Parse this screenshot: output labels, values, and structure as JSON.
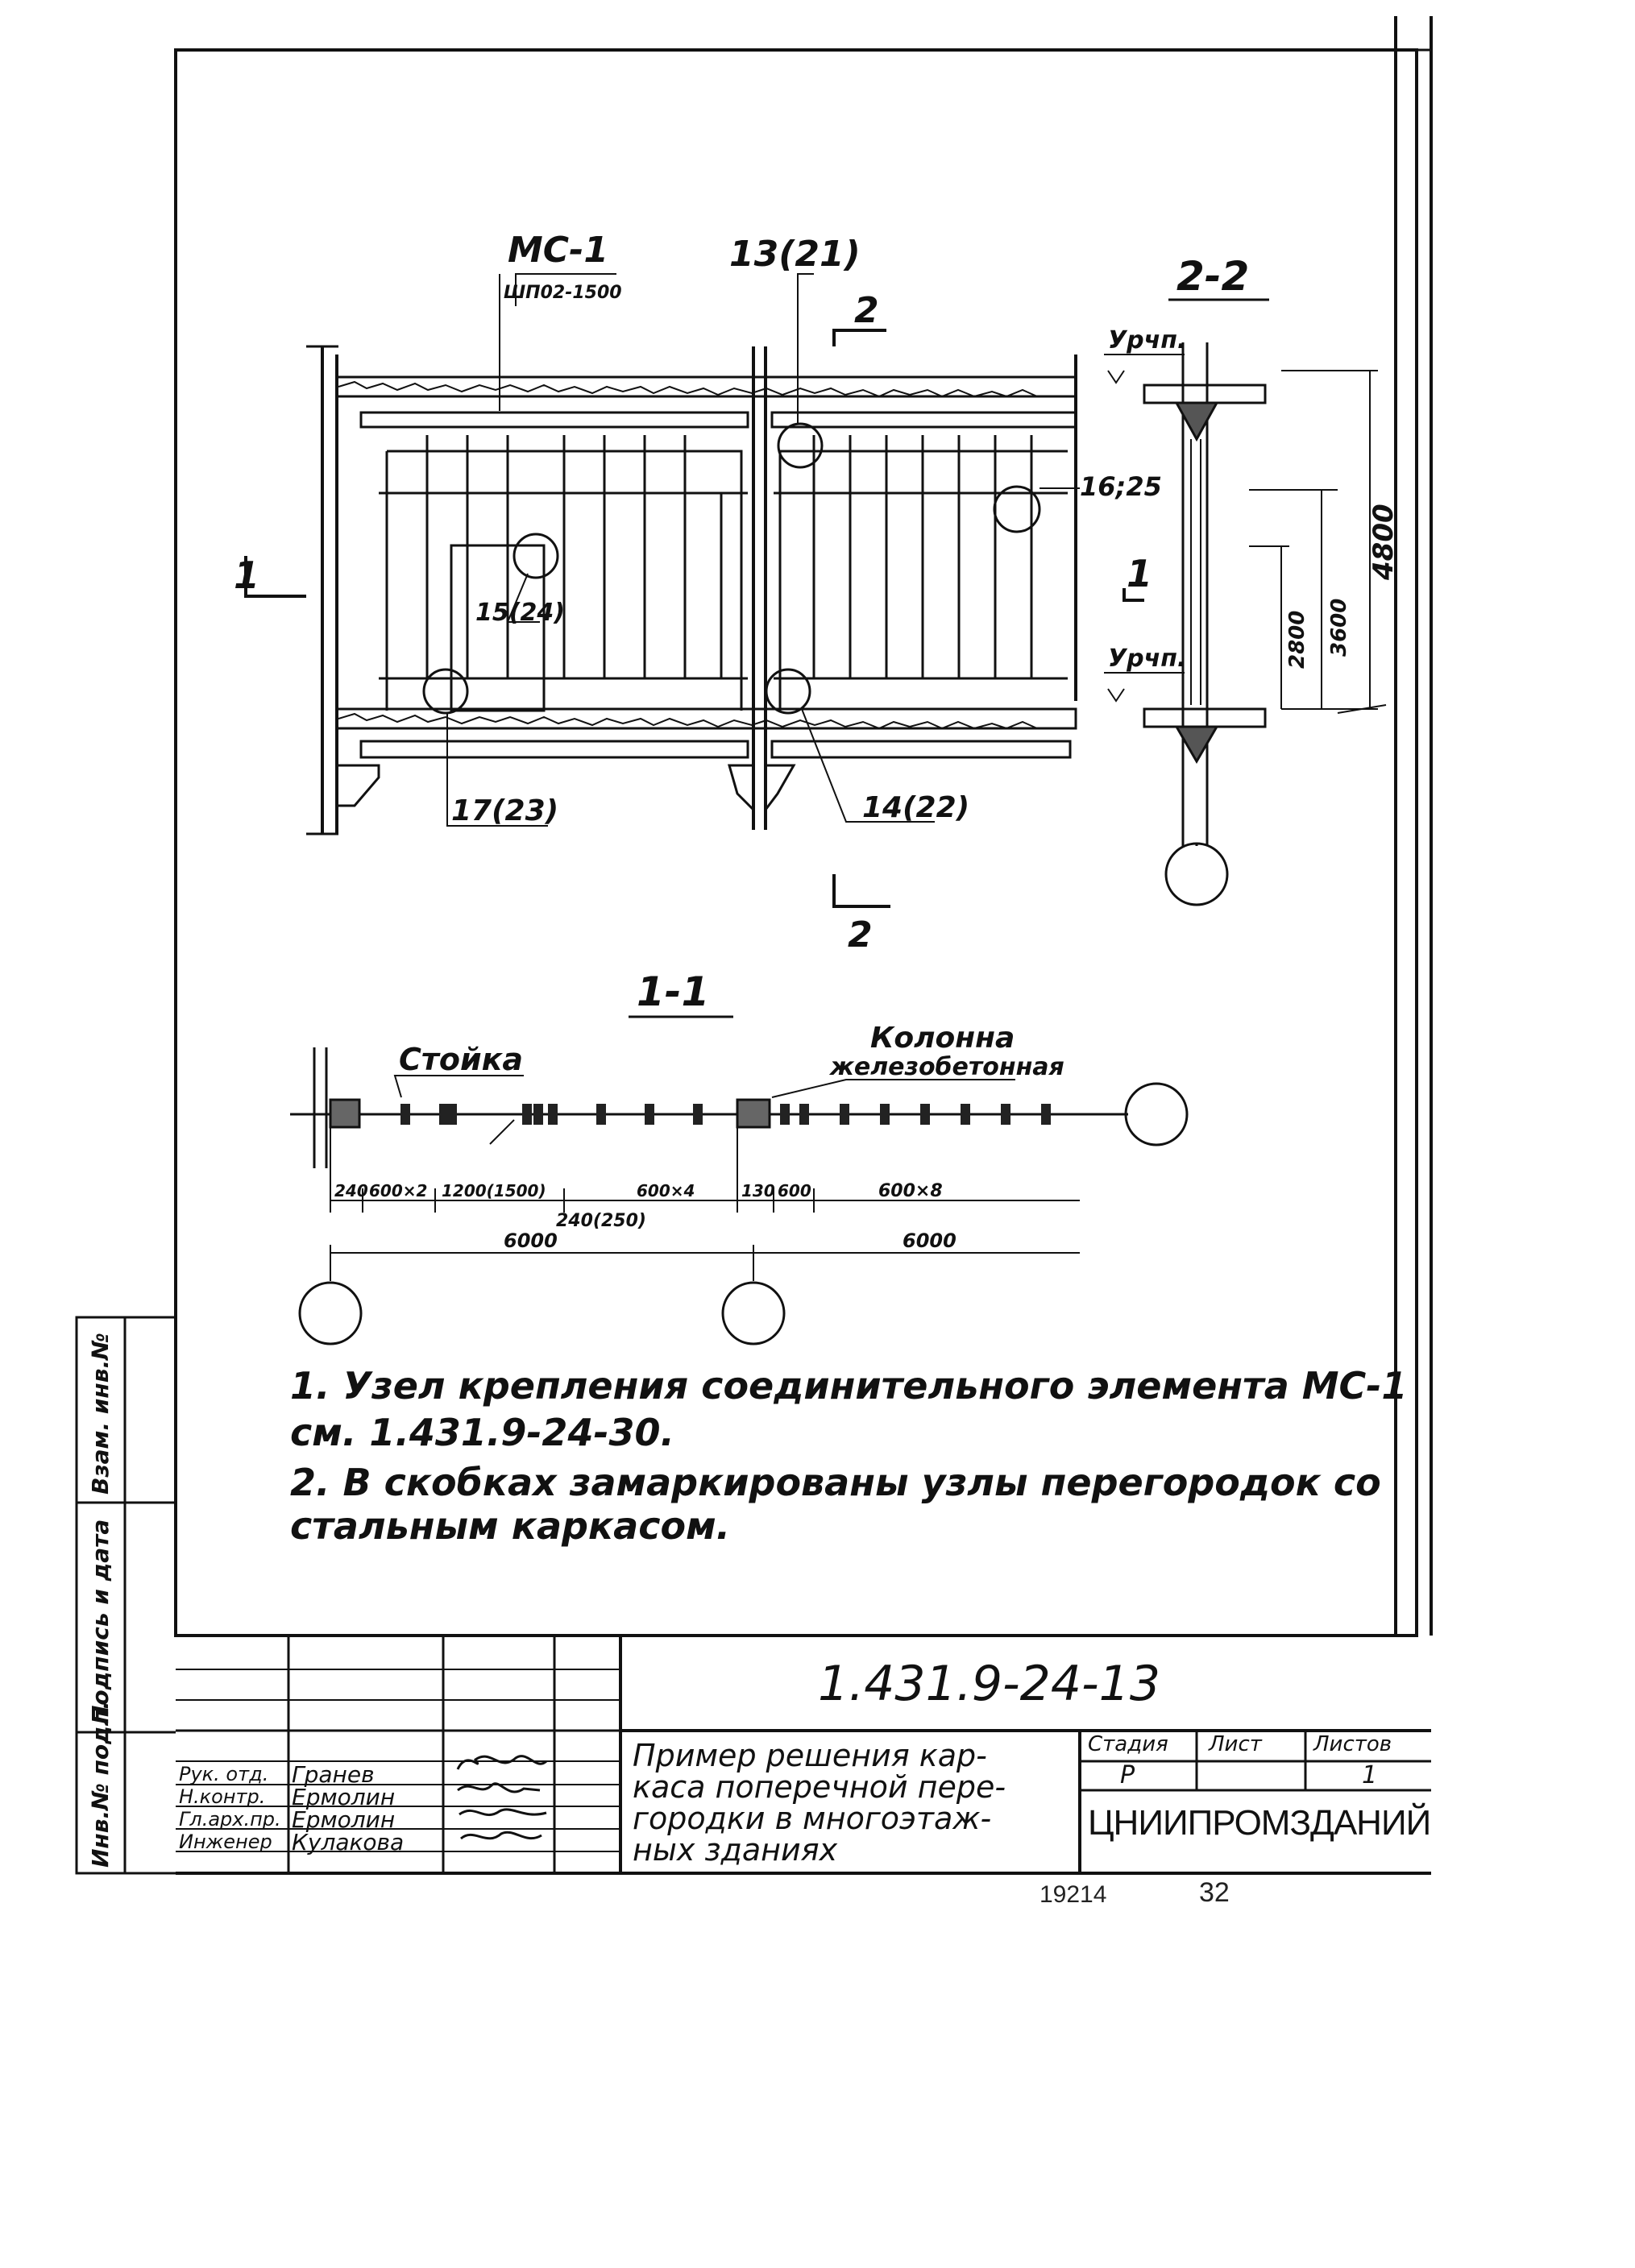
{
  "drawing": {
    "section_2_2": "2-2",
    "section_1_1": "1-1",
    "cut_mark_1": "1",
    "cut_mark_2": "2",
    "callouts": {
      "mc1": "МС-1",
      "mc1_sub": "ШП02-1500",
      "node_13_21": "13(21)",
      "node_15_24": "15(24)",
      "node_17_23": "17(23)",
      "node_14_22": "14(22)",
      "node_16_25": "16;25"
    },
    "levels": {
      "top": "Урчп.",
      "bottom": "Урчп."
    },
    "heights": {
      "total": "4800",
      "mid": "3600",
      "low": "2800"
    },
    "plan_labels": {
      "stoyka": "Стойка",
      "kolonna_line1": "Колонна",
      "kolonna_line2": "железобетонная"
    },
    "plan_dims": {
      "d1": "240",
      "d2": "600×2",
      "d3": "1200(1500)",
      "d4": "600×4",
      "d5": "240(250)",
      "d6": "130",
      "d7": "600",
      "d8": "600×8",
      "span_left": "6000",
      "span_right": "6000"
    }
  },
  "notes": [
    "1. Узел крепления соединительного элемента МС-1",
    "   см. 1.431.9-24-30.",
    "2. В скобках замаркированы узлы перегородок со",
    "   стальным каркасом."
  ],
  "title_block": {
    "code": "1.431.9-24-13",
    "title_lines": [
      "Пример решения кар-",
      "каса поперечной пере-",
      "городки в многоэтаж-",
      "ных зданиях"
    ],
    "headers": {
      "stage": "Стадия",
      "sheet": "Лист",
      "sheets": "Листов"
    },
    "stage": "Р",
    "sheet": "1",
    "organization": "ЦНИИПРОМЗДАНИЙ",
    "signers": [
      {
        "role": "Рук. отд.",
        "name": "Гранев"
      },
      {
        "role": "Н.контр.",
        "name": "Ермолин"
      },
      {
        "role": "Гл.арх.пр.",
        "name": "Ермолин"
      },
      {
        "role": "Инженер",
        "name": "Кулакова"
      }
    ]
  },
  "side_stamp": {
    "inv_podl": "Инв.№ подл.",
    "podpis": "Подпись и дата",
    "vzam": "Взам. инв.№"
  },
  "footer": {
    "inv_number": "19214",
    "page": "32"
  }
}
